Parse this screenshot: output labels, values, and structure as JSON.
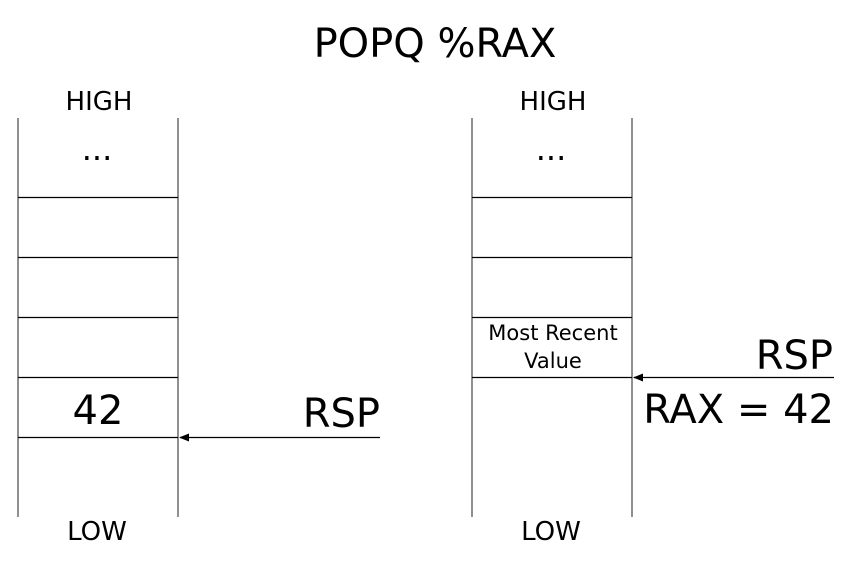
{
  "title": "POPQ %RAX",
  "before": {
    "high_label": "HIGH",
    "ellipsis": "...",
    "low_label": "LOW",
    "slot_value": "42",
    "pointer_label": "RSP"
  },
  "after": {
    "high_label": "HIGH",
    "ellipsis": "...",
    "low_label": "LOW",
    "slot_value_line1": "Most Recent",
    "slot_value_line2": "Value",
    "pointer_label": "RSP",
    "register_text": "RAX = 42"
  },
  "colors": {
    "line": "#000000",
    "background": "#ffffff"
  }
}
